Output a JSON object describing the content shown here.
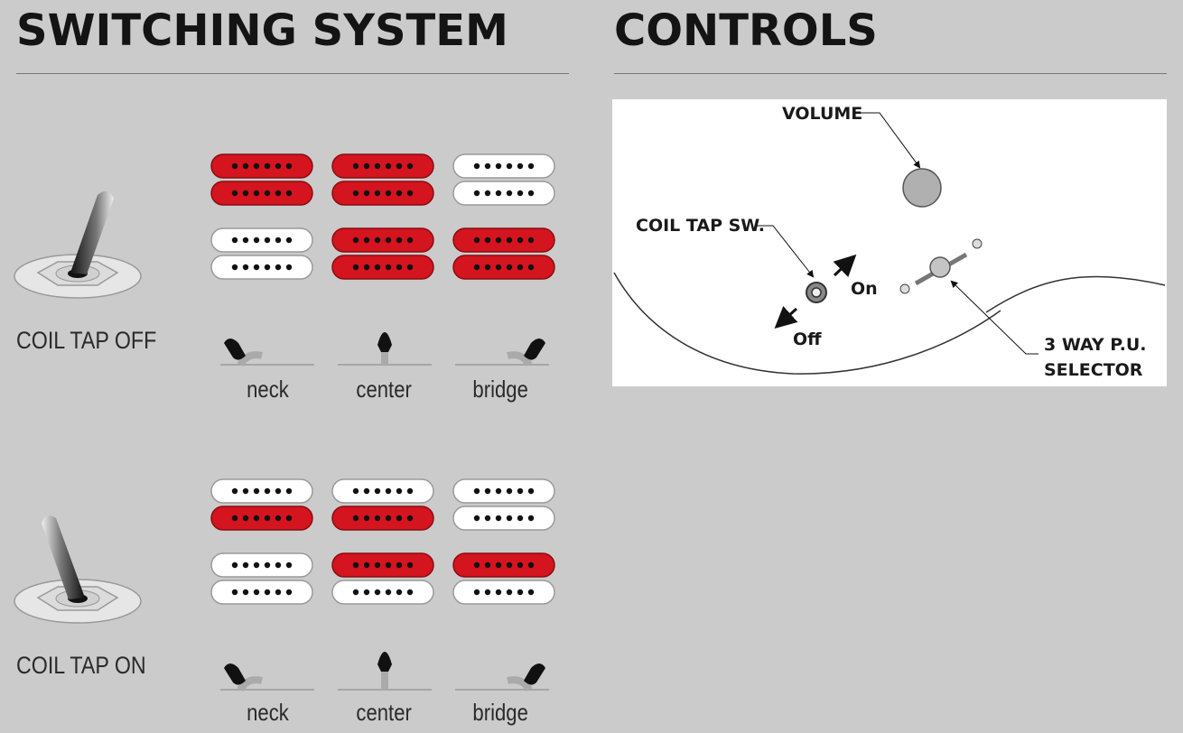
{
  "headings": {
    "switching": "SWITCHING SYSTEM",
    "controls": "CONTROLS"
  },
  "colors": {
    "active_coil": "#d4141e",
    "inactive_coil": "#ffffff",
    "background": "#cbcbcb"
  },
  "sections": [
    {
      "state": "COIL TAP OFF",
      "positions": [
        {
          "label": "neck",
          "coils": [
            [
              "active",
              "active"
            ],
            [
              "inactive",
              "inactive"
            ]
          ]
        },
        {
          "label": "center",
          "coils": [
            [
              "active",
              "active"
            ],
            [
              "active",
              "active"
            ]
          ]
        },
        {
          "label": "bridge",
          "coils": [
            [
              "inactive",
              "inactive"
            ],
            [
              "active",
              "active"
            ]
          ]
        }
      ]
    },
    {
      "state": "COIL TAP ON",
      "positions": [
        {
          "label": "neck",
          "coils": [
            [
              "inactive",
              "active"
            ],
            [
              "inactive",
              "inactive"
            ]
          ]
        },
        {
          "label": "center",
          "coils": [
            [
              "inactive",
              "active"
            ],
            [
              "active",
              "inactive"
            ]
          ]
        },
        {
          "label": "bridge",
          "coils": [
            [
              "inactive",
              "inactive"
            ],
            [
              "active",
              "inactive"
            ]
          ]
        }
      ]
    }
  ],
  "controls": {
    "volume_label": "VOLUME",
    "coil_tap_label": "COIL TAP SW.",
    "on_label": "On",
    "off_label": "Off",
    "selector_label_line1": "3 WAY P.U.",
    "selector_label_line2": "SELECTOR"
  }
}
